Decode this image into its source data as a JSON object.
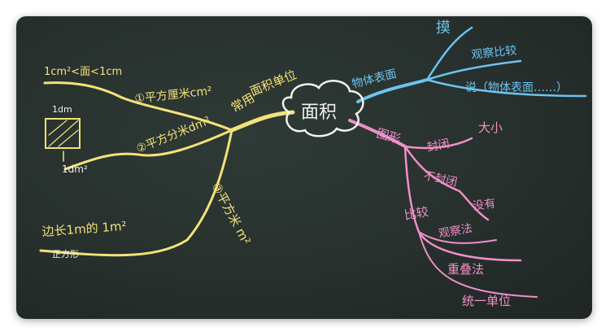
{
  "center": {
    "label": "面积"
  },
  "yellow": {
    "top_formula": "1cm²<面<1cm",
    "label_common_units": "常用",
    "label_area_units": "面积单位",
    "branch1": "①平方厘米cm²",
    "branch2": "②平方分米dm²",
    "branch3": "③平方米 m²",
    "square_side": "1dm",
    "square_area": "1dm²",
    "side_formula": "边长1m的 1m²",
    "square_word": "正方形"
  },
  "blue": {
    "root": "物体表面",
    "touch": "摸",
    "observe": "观察比较",
    "say": "说（物体表面……）"
  },
  "pink": {
    "root": "图形",
    "closed": "封闭",
    "size": "大小",
    "not_closed": "不封闭",
    "none": "没有",
    "compare": "比较",
    "observe_method": "观察法",
    "overlap_method": "重叠法",
    "unit_method": "统一单位"
  },
  "colors": {
    "board": "#27302d",
    "yellow": "#f3e27a",
    "blue": "#6cc3f0",
    "pink": "#f08fc8",
    "white": "#f2f2ee"
  }
}
